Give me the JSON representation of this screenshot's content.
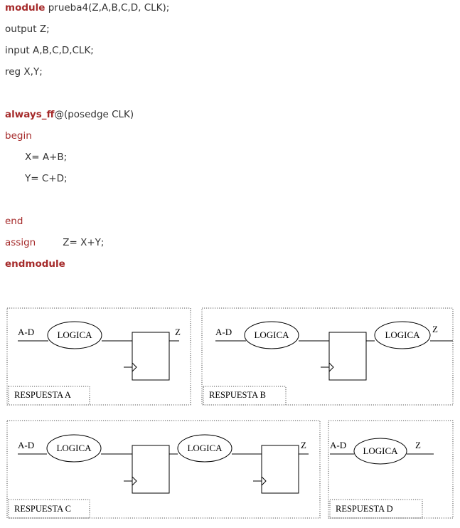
{
  "code": {
    "l1_kw": "module",
    "l1_rest": " prueba4(Z,A,B,C,D, CLK);",
    "l2": "output Z;",
    "l3": "input A,B,C,D,CLK;",
    "l4": "reg X,Y;",
    "l5_kw": "always_ff",
    "l5_rest": "@(posedge CLK)",
    "l6": "begin",
    "l7": "X= A+B;",
    "l8": "Y= C+D;",
    "l9": "end",
    "l10_kw": "assign",
    "l10_rest": "Z= X+Y;",
    "l11": "endmodule"
  },
  "colors": {
    "keyword": "#a52a2a",
    "text": "#333333"
  },
  "diagrams": {
    "a": {
      "input": "A-D",
      "logic": "LOGICA",
      "output": "Z",
      "caption": "RESPUESTA A"
    },
    "b": {
      "input": "A-D",
      "logic1": "LOGICA",
      "logic2": "LOGICA",
      "output": "Z",
      "caption": "RESPUESTA B"
    },
    "c": {
      "input": "A-D",
      "logic1": "LOGICA",
      "logic2": "LOGICA",
      "output": "Z",
      "caption": "RESPUESTA C"
    },
    "d": {
      "input": "A-D",
      "logic": "LOGICA",
      "output": "Z",
      "caption": "RESPUESTA D"
    }
  }
}
